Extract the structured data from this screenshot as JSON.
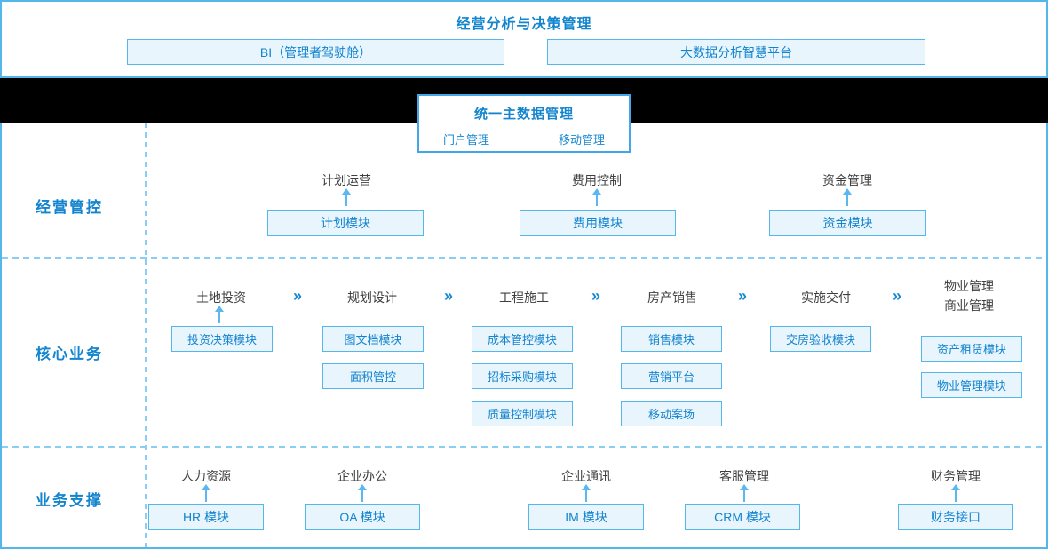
{
  "top": {
    "title": "经营分析与决策管理",
    "bi_box": "BI（管理者驾驶舱）",
    "bigdata_box": "大数据分析智慧平台"
  },
  "master": {
    "title": "统一主数据管理",
    "portal": "门户管理",
    "mobile": "移动管理"
  },
  "rows": {
    "management": {
      "label": "经营管控",
      "groups": [
        {
          "header": "计划运营",
          "module": "计划模块"
        },
        {
          "header": "费用控制",
          "module": "费用模块"
        },
        {
          "header": "资金管理",
          "module": "资金模块"
        }
      ]
    },
    "core": {
      "label": "核心业务",
      "chevron": "»",
      "groups": [
        {
          "header": "土地投资",
          "modules": [
            "投资决策模块"
          ]
        },
        {
          "header": "规划设计",
          "modules": [
            "图文档模块",
            "面积管控"
          ]
        },
        {
          "header": "工程施工",
          "modules": [
            "成本管控模块",
            "招标采购模块",
            "质量控制模块"
          ]
        },
        {
          "header": "房产销售",
          "modules": [
            "销售模块",
            "营销平台",
            "移动案场"
          ]
        },
        {
          "header": "实施交付",
          "modules": [
            "交房验收模块"
          ]
        },
        {
          "header": "物业管理",
          "header2": "商业管理",
          "modules": [
            "资产租赁模块",
            "物业管理模块"
          ]
        }
      ]
    },
    "support": {
      "label": "业务支撑",
      "groups": [
        {
          "header": "人力资源",
          "module": "HR 模块"
        },
        {
          "header": "企业办公",
          "module": "OA 模块"
        },
        {
          "header": "企业通讯",
          "module": "IM 模块"
        },
        {
          "header": "客服管理",
          "module": "CRM 模块"
        },
        {
          "header": "财务管理",
          "module": "财务接口"
        }
      ]
    }
  },
  "colors": {
    "accent_blue": "#1384ce",
    "box_border": "#55b6ea",
    "box_fill": "#e9f5fd",
    "dashed_line": "#8ccdf3",
    "header_text": "#3f3f3f",
    "divider_bar": "#000000"
  }
}
